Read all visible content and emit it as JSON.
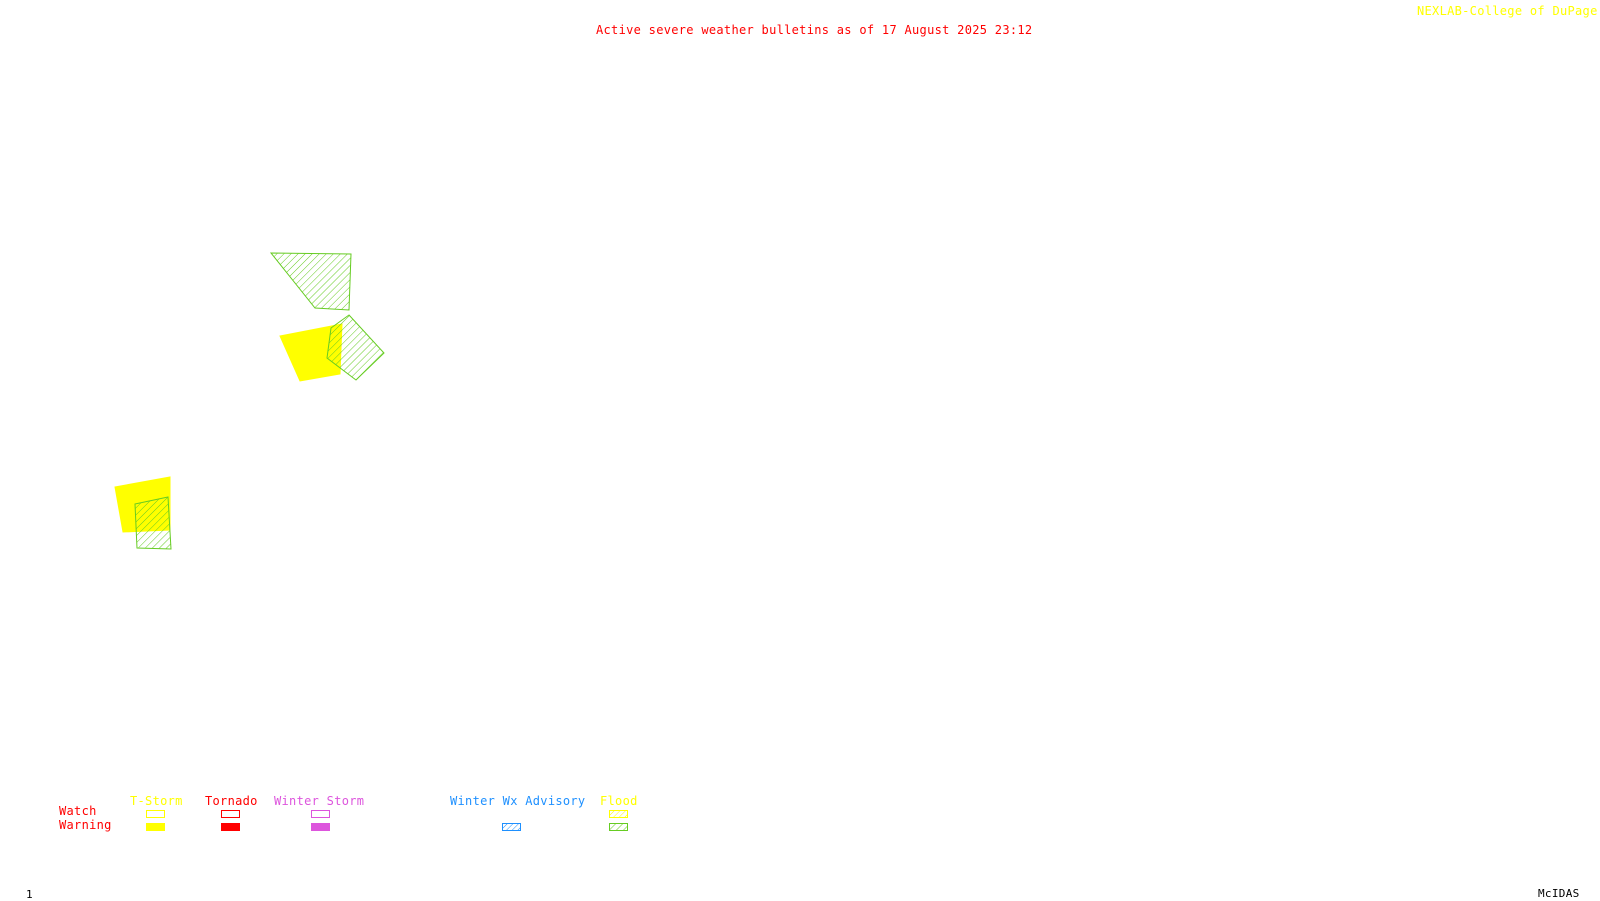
{
  "header": {
    "title": "Active severe weather bulletins as of 17 August 2025 23:12",
    "credit": "NEXLAB-College of DuPage R"
  },
  "colors": {
    "title": "#ff0000",
    "credit": "#ffff00",
    "tstorm": "#ffff00",
    "tornado": "#ff0000",
    "winter_storm": "#dd55dd",
    "winter_advisory": "#1e90ff",
    "flood": "#66cc22",
    "footer": "#000000"
  },
  "legend": {
    "row_watch": "Watch",
    "row_warning": "Warning",
    "columns": {
      "tstorm": "T-Storm",
      "tornado": "Tornado",
      "winter_storm": "Winter Storm",
      "winter_advisory": "Winter Wx Advisory",
      "flood": "Flood"
    }
  },
  "alerts": [
    {
      "type": "flood",
      "level": "warning",
      "style": "hatched"
    },
    {
      "type": "tstorm",
      "level": "warning",
      "style": "filled"
    },
    {
      "type": "flood",
      "level": "warning",
      "style": "hatched"
    },
    {
      "type": "tstorm",
      "level": "warning",
      "style": "filled"
    },
    {
      "type": "flood",
      "level": "warning",
      "style": "hatched"
    }
  ],
  "footer": {
    "frame_number": "1",
    "software": "McIDAS"
  }
}
